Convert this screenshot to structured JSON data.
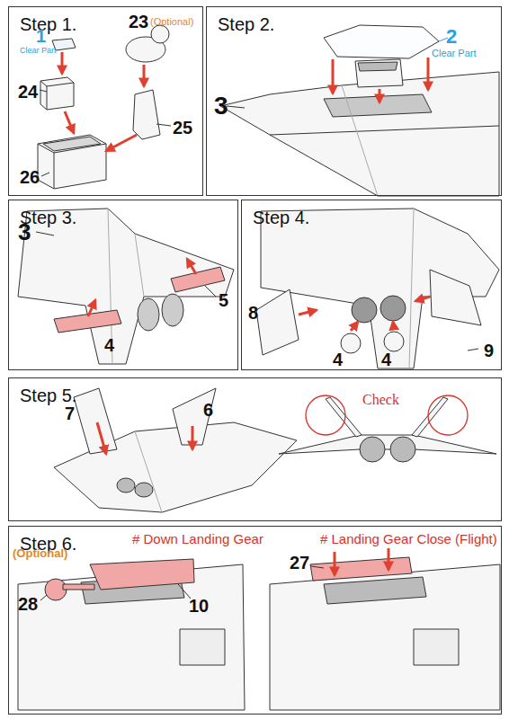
{
  "diagram": {
    "nodes": [
      {
        "text": [
          "Step 1."
        ]
      },
      {
        "text": [
          "Step 2."
        ]
      },
      {
        "text": [
          "Step 3."
        ]
      },
      {
        "text": [
          "Step 4."
        ]
      },
      {
        "text": [
          "Step 5."
        ]
      },
      {
        "text": [
          "Step 6."
        ]
      }
    ],
    "labels": [
      "23",
      "(Optional)",
      "1",
      "Clear Part",
      "24",
      "25",
      "26",
      "2",
      "Clear Part",
      "3",
      "3",
      "5",
      "4",
      "8",
      "4",
      "4",
      "9",
      "7",
      "6",
      "Check",
      "(Optional)",
      "# Down Landing Gear",
      "# Landing Gear Close (Flight)",
      "28",
      "10",
      "27"
    ]
  }
}
